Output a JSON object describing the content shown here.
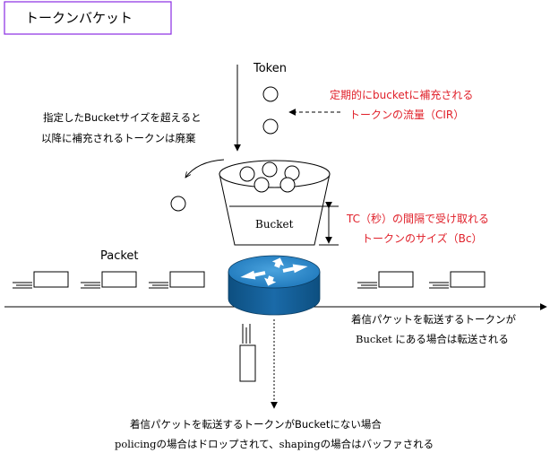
{
  "title": "トークンバケット",
  "labels": {
    "token": "Token",
    "packet": "Packet",
    "bucket": "Bucket"
  },
  "annotations": {
    "cir_line1": "定期的にbucketに補充される",
    "cir_line2": "トークンの流量（CIR）",
    "overflow_line1": "指定したBucketサイズを超えると",
    "overflow_line2": "以降に補充されるトークンは廃棄",
    "tc_line1": "TC（秒）の間隔で受け取れる",
    "tc_line2": "トークンのサイズ（Bc）",
    "forward_line1": "着信パケットを転送するトークンが",
    "forward_line2": "Bucket にある場合は転送される",
    "drop_line1": "着信パケットを転送するトークンがBucketにない場合",
    "drop_line2": "policingの場合はドロップされて、shapingの場合はバッファされる"
  },
  "colors": {
    "accent_red": "#e0202a",
    "title_border": "#8a2be2",
    "router_top": "#2f86c8",
    "router_side": "#0f5a91",
    "line": "#000000"
  }
}
